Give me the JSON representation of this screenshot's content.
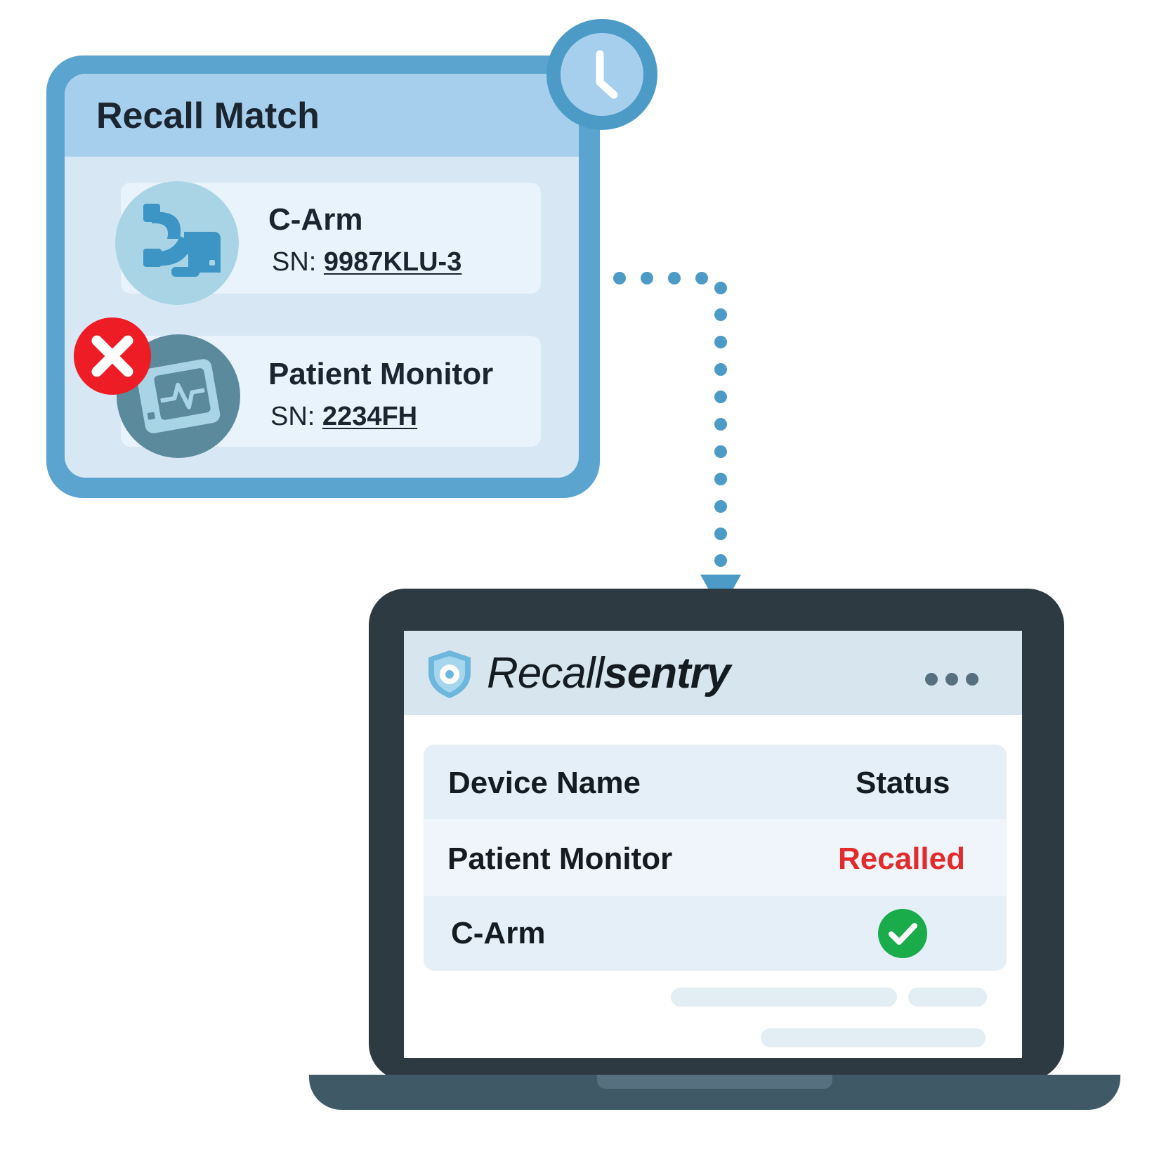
{
  "recall_card": {
    "title": "Recall Match",
    "devices": [
      {
        "name": "C-Arm",
        "sn_label": "SN:",
        "sn": "9987KLU-3",
        "icon": "c-arm-icon",
        "flagged": false
      },
      {
        "name": "Patient Monitor",
        "sn_label": "SN:",
        "sn": "2234FH",
        "icon": "patient-monitor-icon",
        "flagged": true
      }
    ],
    "badge_icon": "clock-icon",
    "flag_icon": "x-mark-icon"
  },
  "app": {
    "name_light": "Recall",
    "name_bold": "sentry",
    "logo_icon": "shield-gear-icon",
    "menu_icon": "more-dots-icon",
    "table": {
      "headers": {
        "name": "Device Name",
        "status": "Status"
      },
      "rows": [
        {
          "name": "Patient Monitor",
          "status": "Recalled",
          "status_color": "#e32b2b"
        },
        {
          "name": "C-Arm",
          "status_icon": "check-circle-icon",
          "status_color": "#1aab4b"
        }
      ]
    }
  },
  "colors": {
    "card_border": "#5ba4cf",
    "card_header": "#a6cfee",
    "laptop_frame": "#2d3a42",
    "recalled_red": "#e32b2b",
    "ok_green": "#1aab4b",
    "flag_red": "#ee1c25"
  }
}
